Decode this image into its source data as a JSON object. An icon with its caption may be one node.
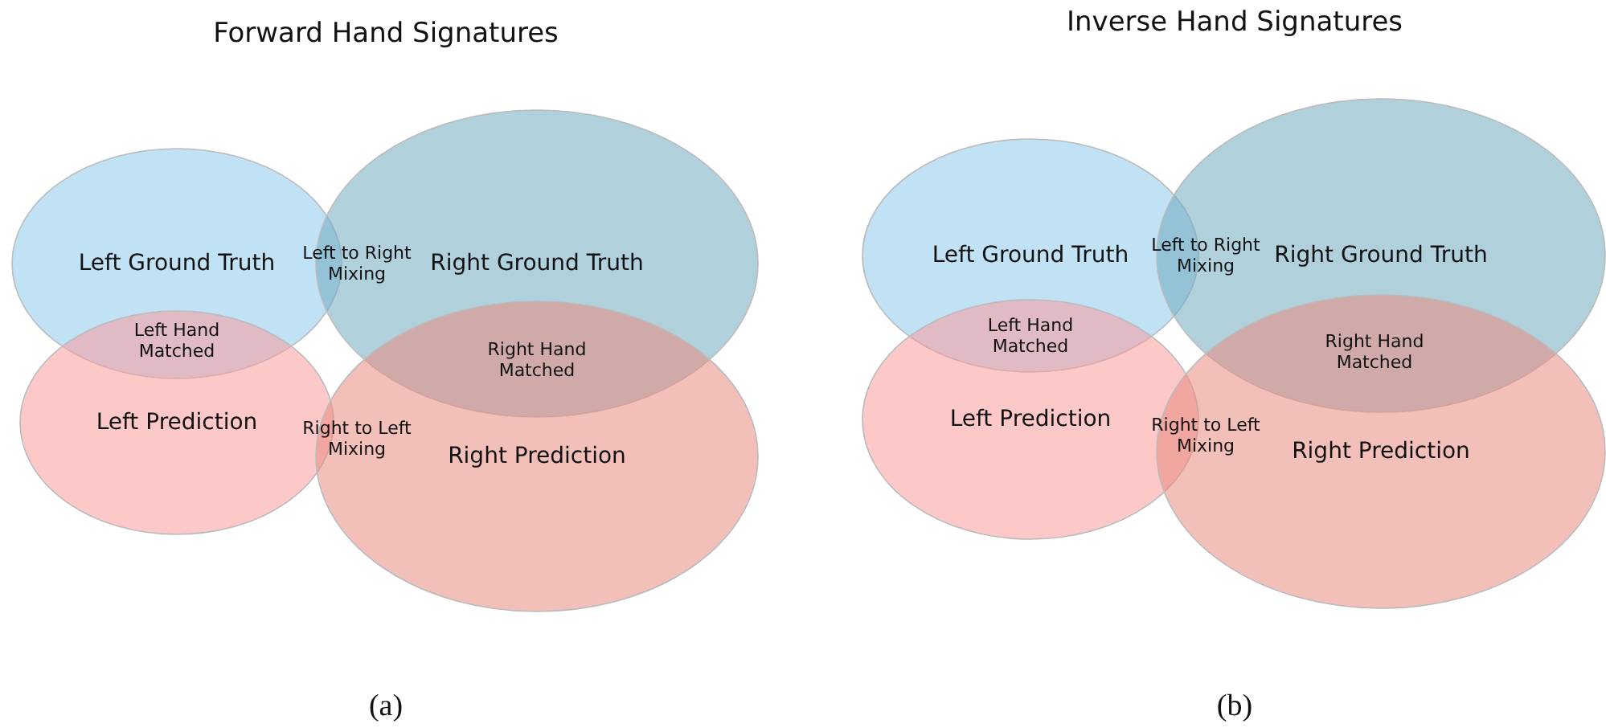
{
  "diagram": {
    "nodes": [
      {
        "text": [
          "Left Ground Truth"
        ]
      },
      {
        "text": [
          "Right Ground Truth"
        ]
      },
      {
        "text": [
          "Left Prediction"
        ]
      },
      {
        "text": [
          "Right Prediction"
        ]
      },
      {
        "text": [
          "Left Ground Truth"
        ]
      },
      {
        "text": [
          "Right Ground Truth"
        ]
      },
      {
        "text": [
          "Left Prediction"
        ]
      },
      {
        "text": [
          "Right Prediction"
        ]
      }
    ],
    "labels": [
      "Forward Hand Signatures",
      "Inverse Hand Signatures",
      "Left to Right Mixing",
      "Left Hand Matched",
      "Right Hand Matched",
      "Right to Left Mixing",
      "Left to Right Mixing",
      "Left Hand Matched",
      "Right Hand Matched",
      "Right to Left Mixing",
      "(a)",
      "(b)"
    ]
  }
}
